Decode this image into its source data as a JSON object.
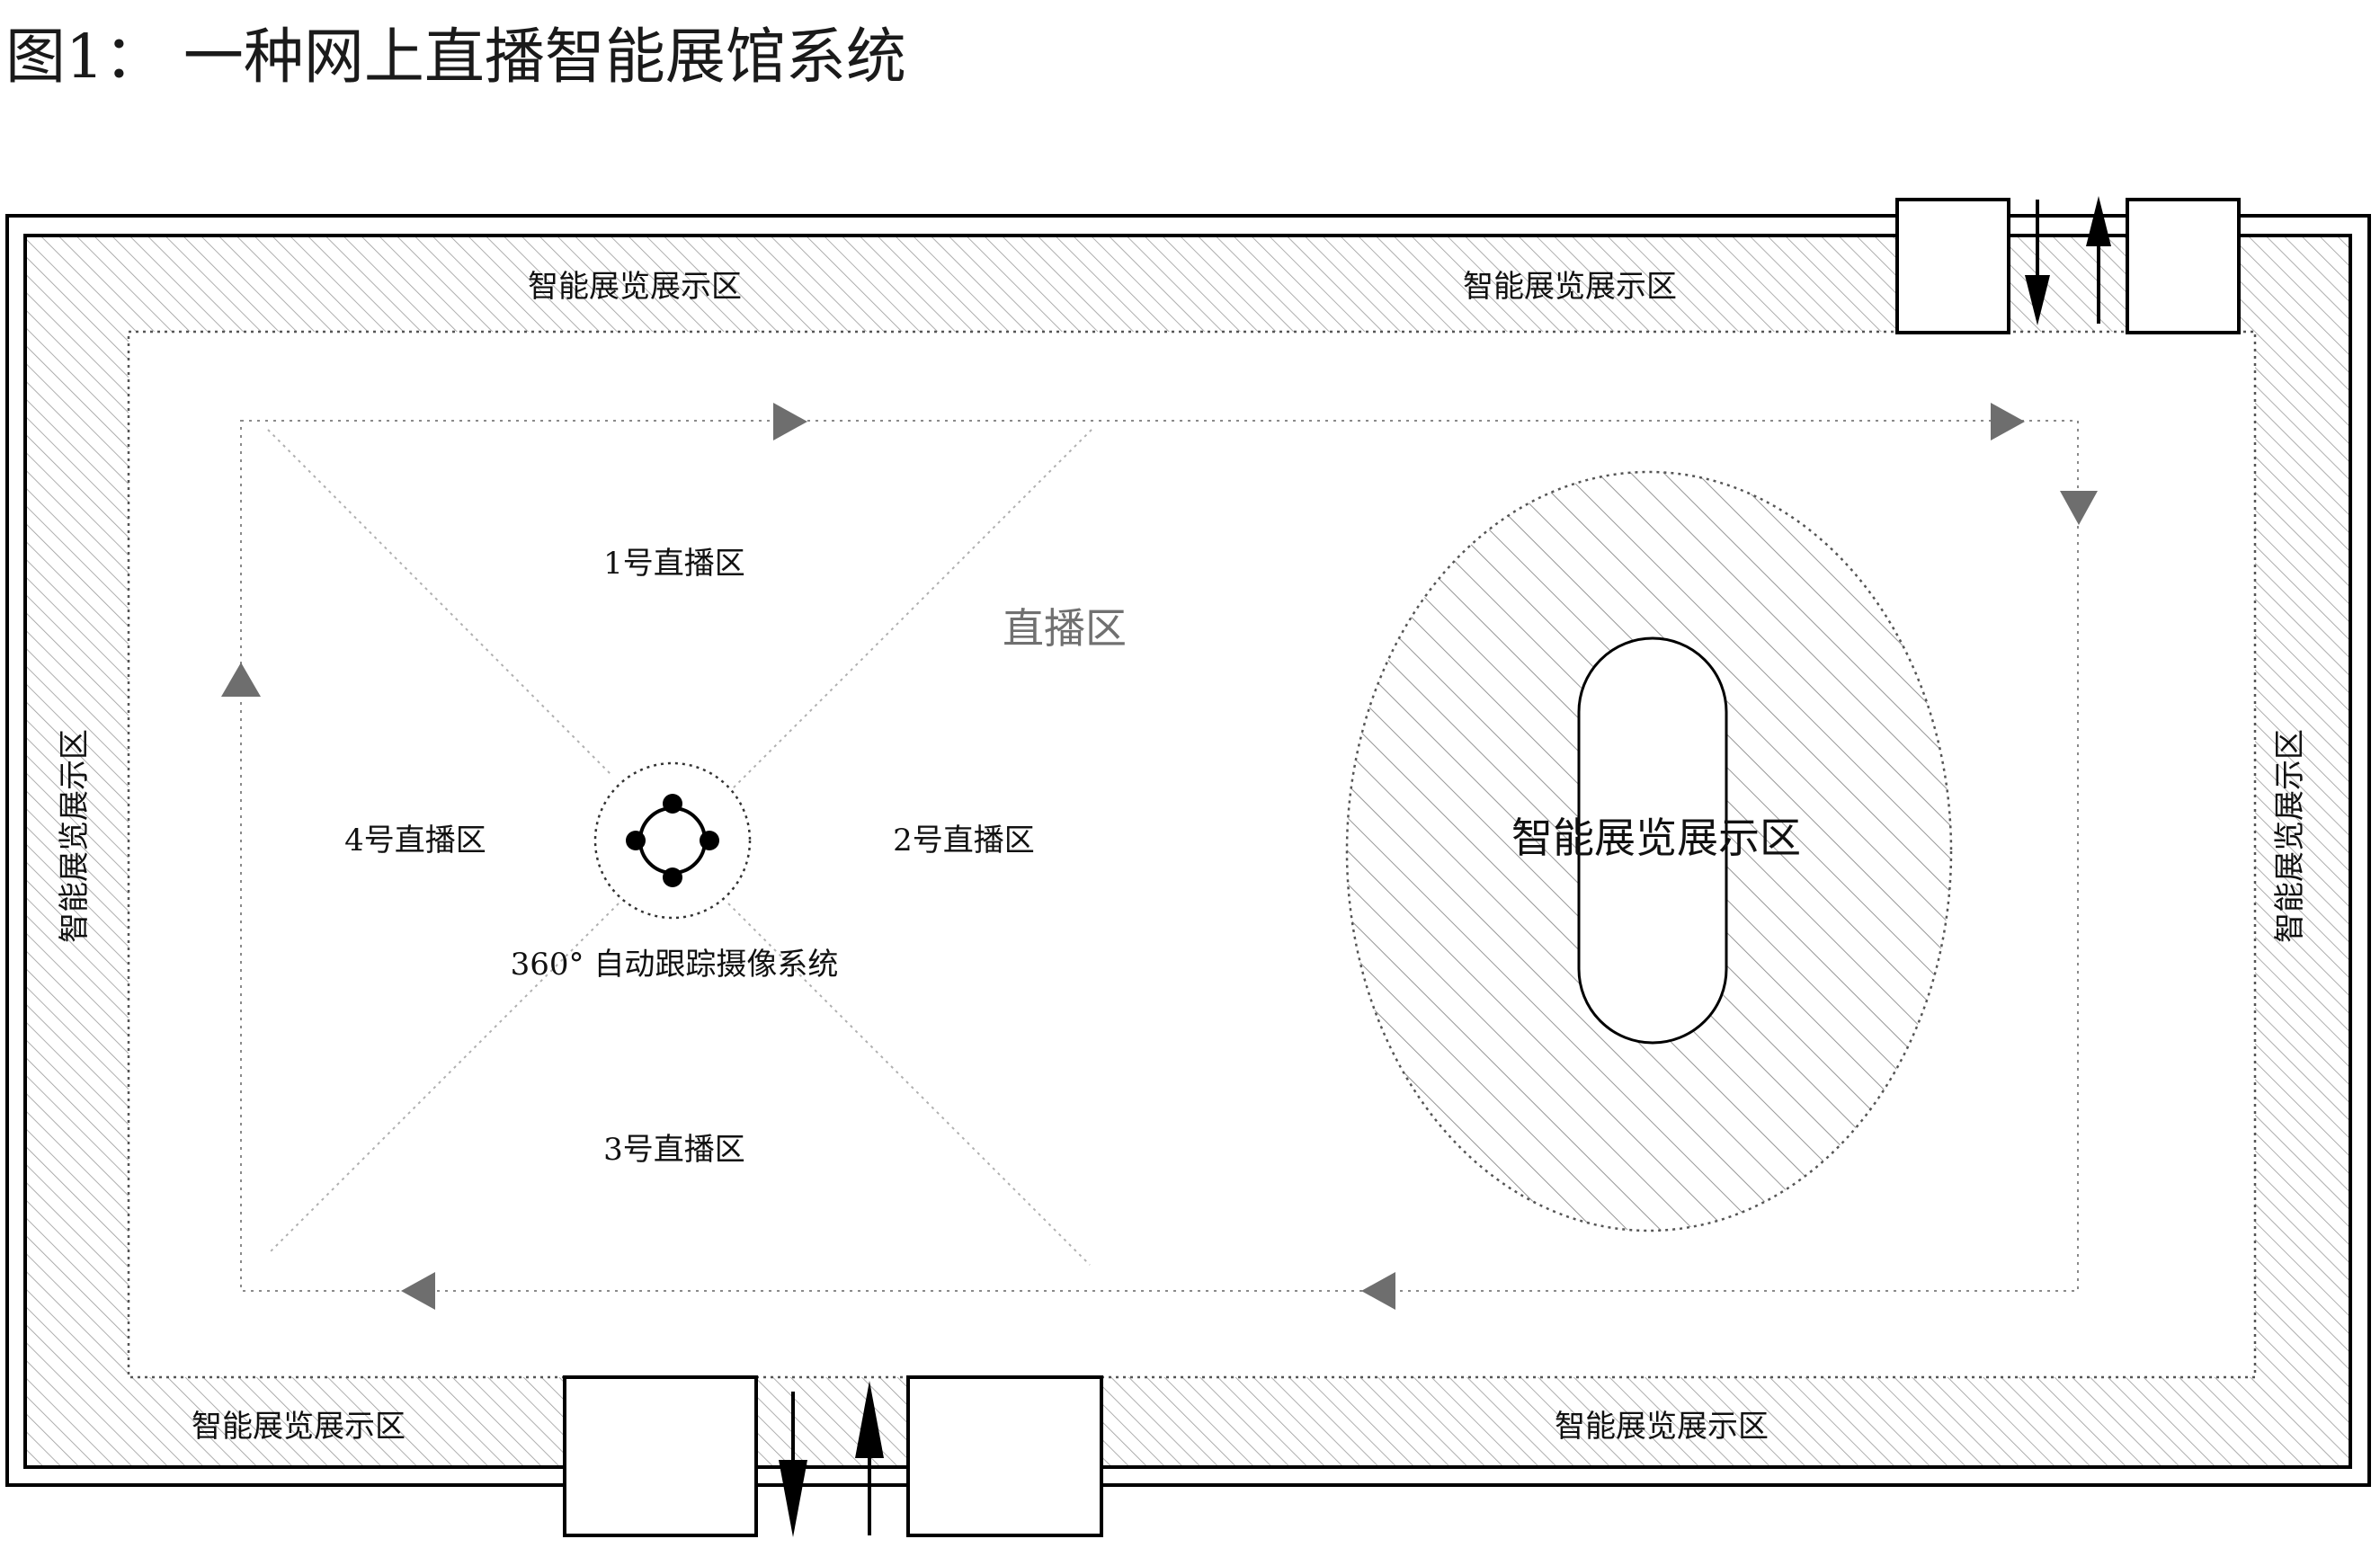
{
  "title": "图1： 一种网上直播智能展馆系统",
  "exhibit_label": "智能展览展示区",
  "live_zone_label": "直播区",
  "zones": {
    "zone1": "1号直播区",
    "zone2": "2号直播区",
    "zone3": "3号直播区",
    "zone4": "4号直播区"
  },
  "camera_label": "360° 自动跟踪摄像系统",
  "colors": {
    "line": "#000000",
    "hatch": "#9a9a9a",
    "arrow": "#6e6e6e"
  }
}
